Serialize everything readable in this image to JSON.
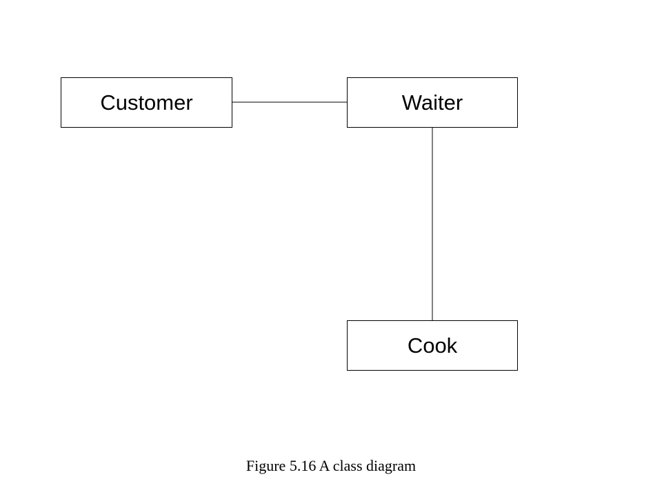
{
  "diagram": {
    "classes": {
      "customer": "Customer",
      "waiter": "Waiter",
      "cook": "Cook"
    },
    "associations": [
      {
        "from": "Customer",
        "to": "Waiter"
      },
      {
        "from": "Waiter",
        "to": "Cook"
      }
    ],
    "line_color": "#000000"
  },
  "caption": "Figure 5.16 A class diagram"
}
